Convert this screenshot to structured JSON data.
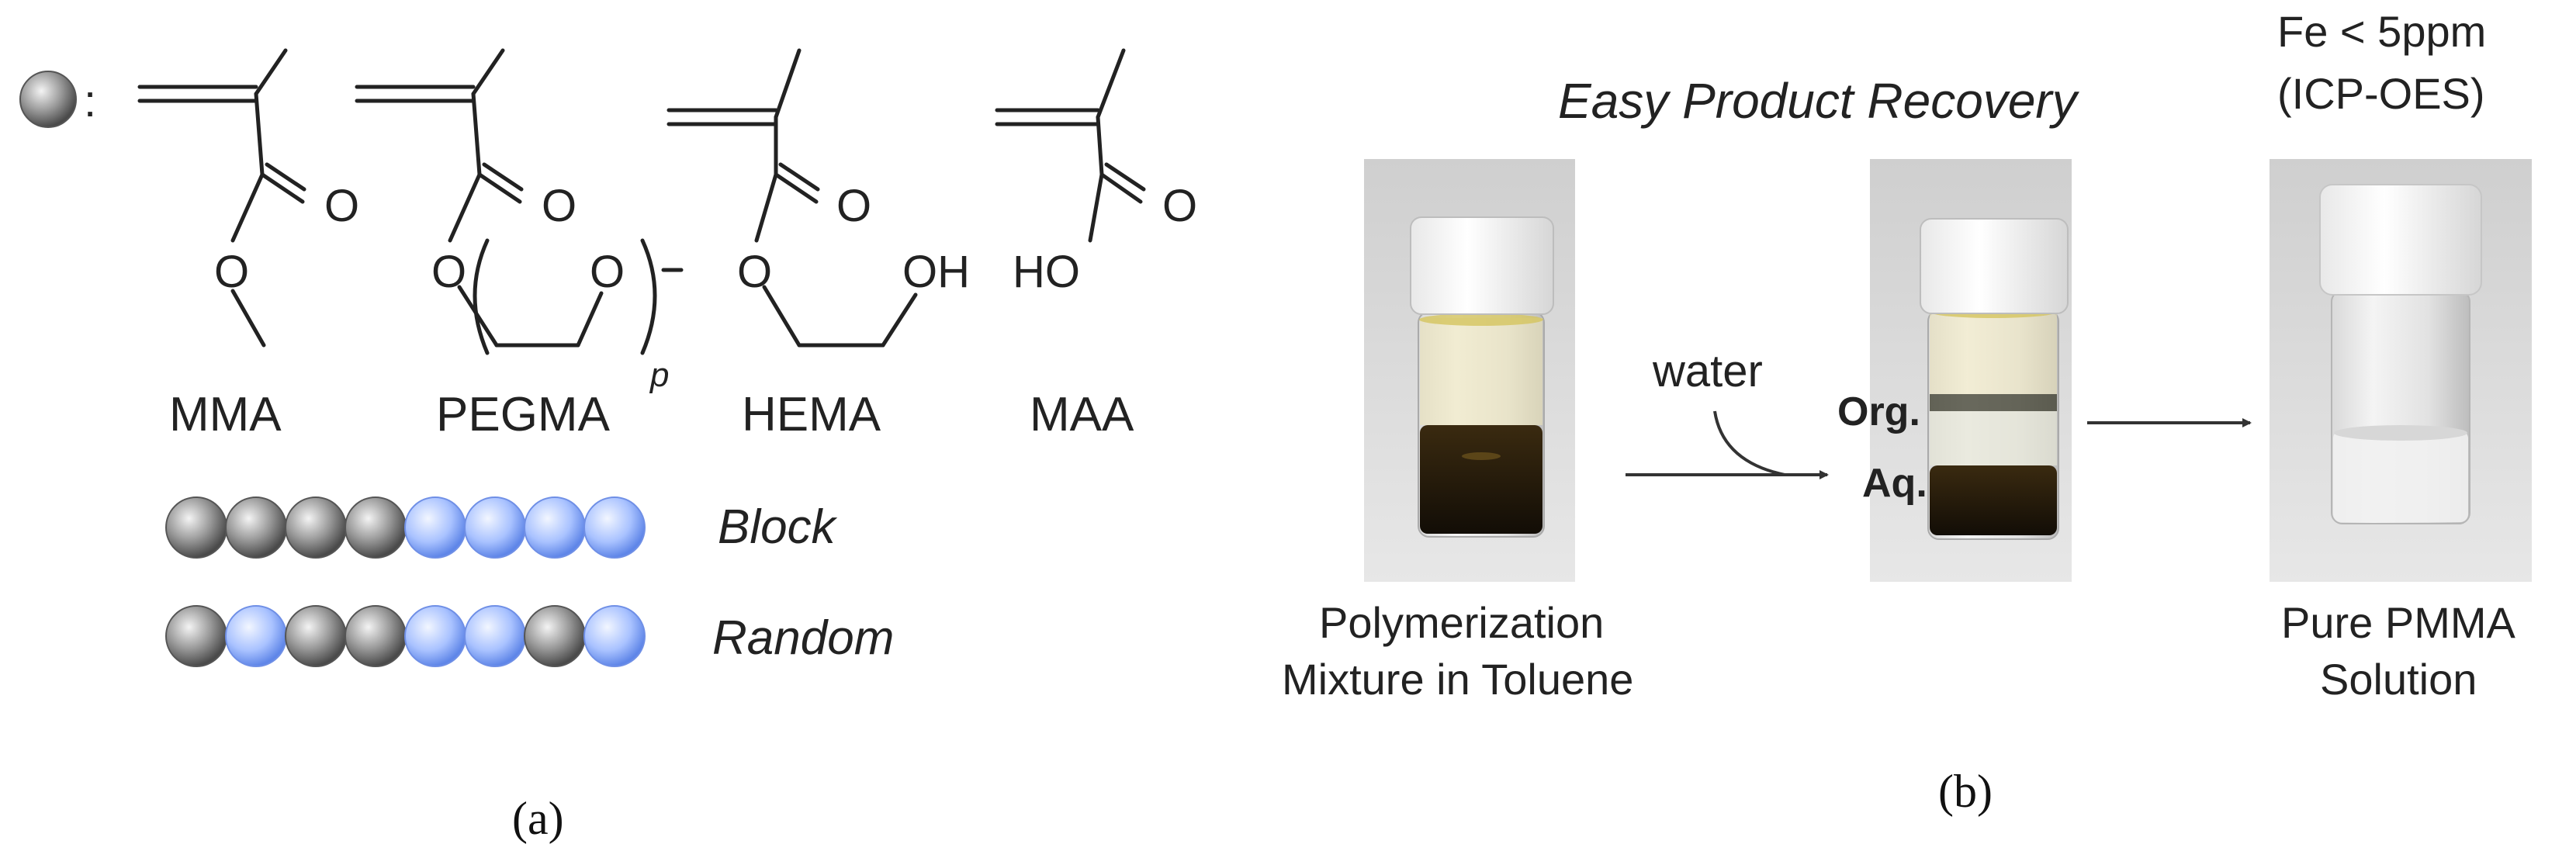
{
  "panel_a": {
    "legend_colon": ":",
    "monomers": [
      {
        "name": "MMA",
        "oxygen_carbonyl": "O",
        "oxygen_ester": "O"
      },
      {
        "name": "PEGMA",
        "oxygen_carbonyl": "O",
        "oxygen_ester": "O",
        "oxygen_chain": "O",
        "subscript": "p"
      },
      {
        "name": "HEMA",
        "oxygen_carbonyl": "O",
        "oxygen_ester": "O",
        "hydroxyl": "OH"
      },
      {
        "name": "MAA",
        "oxygen_carbonyl": "O",
        "hydroxyl": "HO"
      }
    ],
    "chains": [
      {
        "label": "Block",
        "sequence": [
          "gray",
          "gray",
          "gray",
          "gray",
          "blue",
          "blue",
          "blue",
          "blue"
        ]
      },
      {
        "label": "Random",
        "sequence": [
          "gray",
          "blue",
          "gray",
          "gray",
          "blue",
          "blue",
          "gray",
          "blue"
        ]
      }
    ],
    "caption": "(a)"
  },
  "panel_b": {
    "title": "Easy Product Recovery",
    "fe_note": [
      "Fe < 5ppm",
      "(ICP-OES)"
    ],
    "water_label": "water",
    "org_label": "Org.",
    "aq_label": "Aq.",
    "vial1_caption": [
      "Polymerization",
      "Mixture in Toluene"
    ],
    "vial3_caption": [
      "Pure PMMA",
      "Solution"
    ],
    "caption": "(b)"
  },
  "colors": {
    "gray_bead": "#8e8e8e",
    "blue_bead": "#9fb9ff",
    "dark_liquid": "#1f1a10",
    "yellow_tint": "#d8c76a"
  }
}
